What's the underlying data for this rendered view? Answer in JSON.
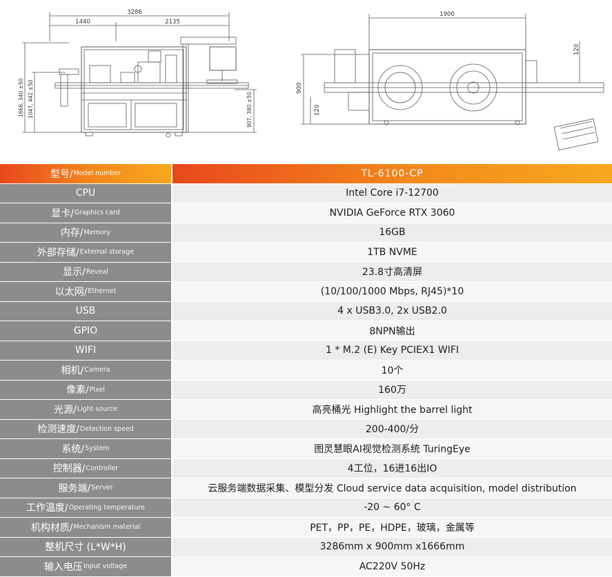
{
  "drawing": {
    "front_dims": {
      "overall": "3286",
      "left": "1440",
      "right": "2135",
      "height_total": "1666, 340  ±50",
      "height_table": "1047, 442  ±50",
      "height_right": "907, 380  ±50"
    },
    "top_dims": {
      "width": "1900",
      "depth": "900",
      "left_small": "120",
      "right_small": "120"
    }
  },
  "table": {
    "rows": [
      {
        "label_cn": "型号/",
        "label_en": "Model number",
        "value": "TL-6100-CP"
      },
      {
        "label_cn": "CPU",
        "label_en": "",
        "value": "Intel  Core i7-12700"
      },
      {
        "label_cn": "显卡/",
        "label_en": "Graphics card",
        "value": "NVIDIA GeForce RTX 3060"
      },
      {
        "label_cn": "内存/",
        "label_en": "Memory",
        "value": "16GB"
      },
      {
        "label_cn": "外部存储/",
        "label_en": "External storage",
        "value": "1TB NVME"
      },
      {
        "label_cn": "显示/",
        "label_en": "Reveal",
        "value": "23.8寸高清屏"
      },
      {
        "label_cn": "以太网/",
        "label_en": "Ethernet",
        "value": "(10/100/1000 Mbps, RJ45)*10"
      },
      {
        "label_cn": "USB",
        "label_en": "",
        "value": "4 x USB3.0, 2x USB2.0"
      },
      {
        "label_cn": "GPIO",
        "label_en": "",
        "value": "8NPN输出"
      },
      {
        "label_cn": "WIFI",
        "label_en": "",
        "value": "1 * M.2 (E) Key PCIEX1 WIFI"
      },
      {
        "label_cn": "相机/",
        "label_en": "Camera",
        "value": "10个"
      },
      {
        "label_cn": "像素/",
        "label_en": "Pixel",
        "value": "160万"
      },
      {
        "label_cn": "光源/",
        "label_en": "Light source",
        "value": "高亮桶光 Highlight the barrel light"
      },
      {
        "label_cn": "检测速度/",
        "label_en": "Detection speed",
        "value": "200-400/分"
      },
      {
        "label_cn": "系统/",
        "label_en": "System",
        "value": "图灵慧眼AI视觉检测系统 TuringEye"
      },
      {
        "label_cn": "控制器/",
        "label_en": "Controller",
        "value": "4工位，16进16出IO"
      },
      {
        "label_cn": "服务端/",
        "label_en": "Server",
        "value": "云服务端数据采集、模型分发 Cloud service data acquisition, model distribution"
      },
      {
        "label_cn": "工作温度/",
        "label_en": "Operating temperature",
        "value": "-20 ~ 60° C"
      },
      {
        "label_cn": "机构材质/",
        "label_en": "Mechanism material",
        "value": "PET，PP，PE，HDPE，玻璃，金属等"
      },
      {
        "label_cn": "整机尺寸 (L*W*H)",
        "label_en": "",
        "value": "3286mm x 900mm x1666mm"
      },
      {
        "label_cn": "输入电压",
        "label_en": "Input voltage",
        "value": "AC220V 50Hz"
      }
    ]
  }
}
